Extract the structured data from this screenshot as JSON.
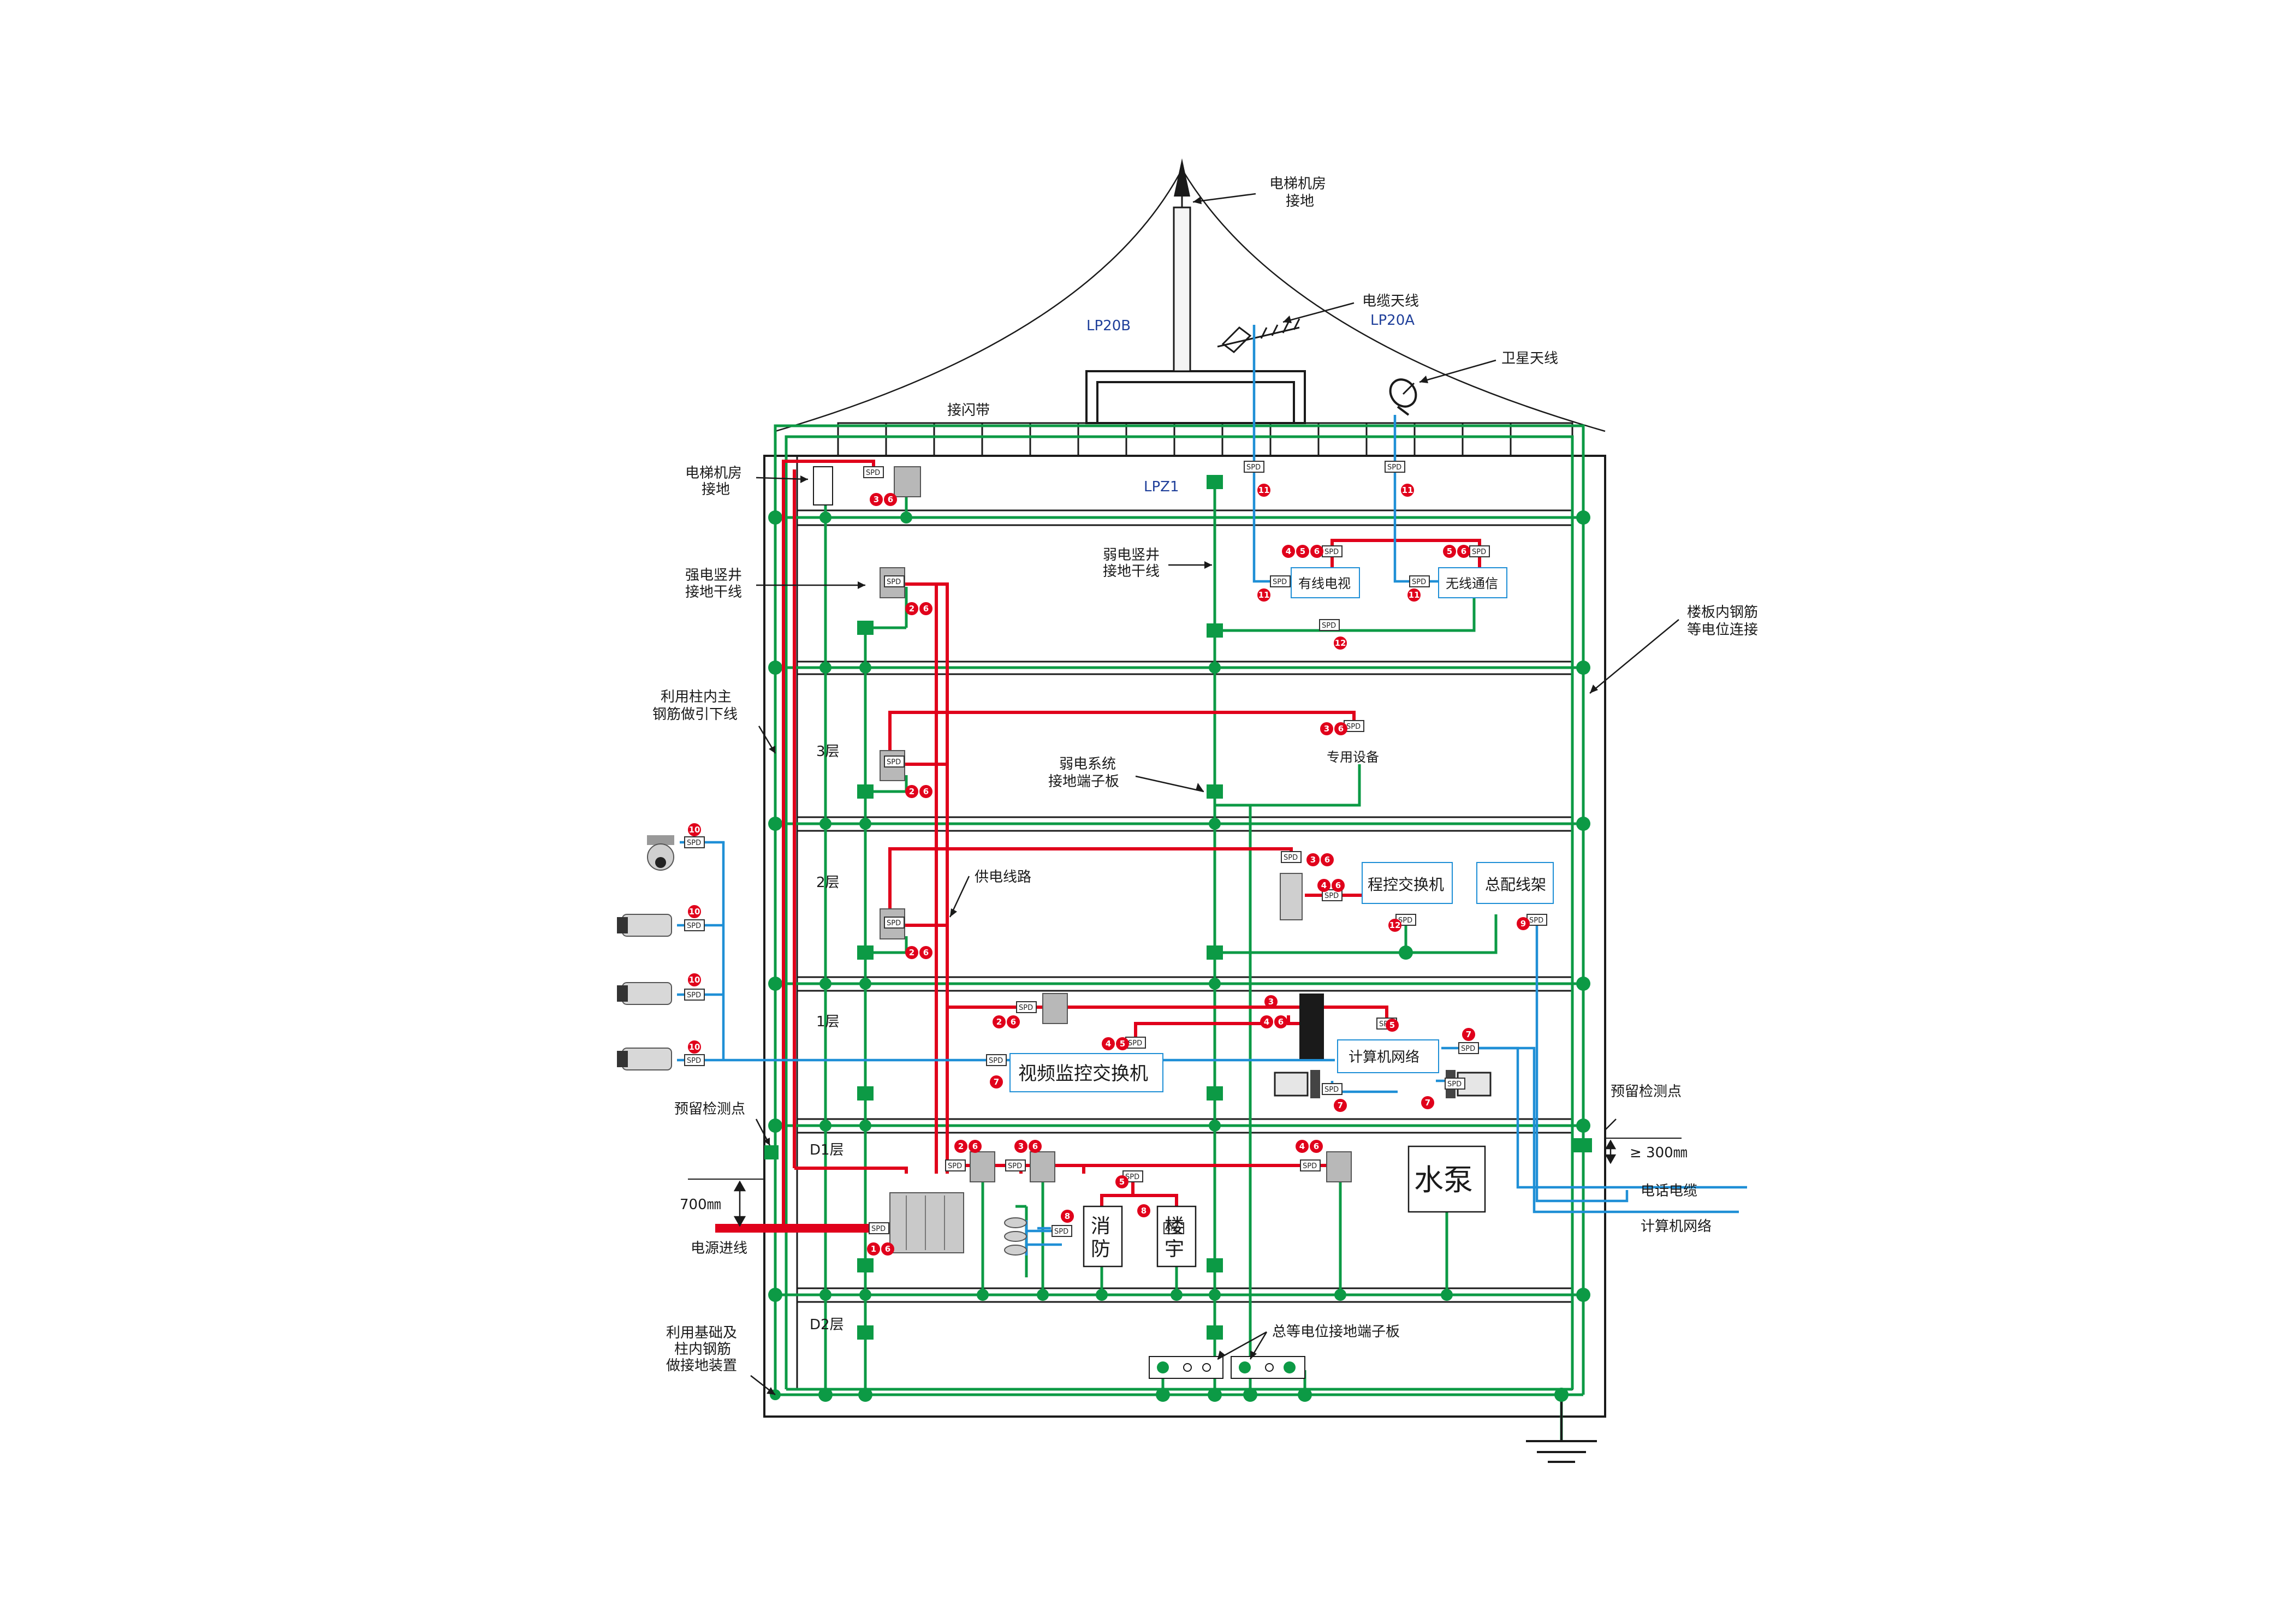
{
  "labels": {
    "elevator_top": [
      "电梯机房",
      "接地"
    ],
    "cable_antenna": "电缆天线",
    "lp20a": "LP20A",
    "lp20b": "LP20B",
    "satellite": "卫星天线",
    "flash_strip": "接闪带",
    "lpz1": "LPZ1",
    "elevator_room": [
      "电梯机房",
      "接地"
    ],
    "strong_shaft": [
      "强电竖井",
      "接地干线"
    ],
    "weak_shaft": [
      "弱电竖井",
      "接地干线"
    ],
    "cable_tv": "有线电视",
    "wireless": "无线通信",
    "floor_rebar": [
      "楼板内钢筋",
      "等电位连接"
    ],
    "column_rebar": [
      "利用柱内主",
      "钢筋做引下线"
    ],
    "special_equipment": "专用设备",
    "weak_terminal": [
      "弱电系统",
      "接地端子板"
    ],
    "floor_3": "3层",
    "floor_2": "2层",
    "floor_1": "1层",
    "floor_d1": "D1层",
    "floor_d2": "D2层",
    "supply_line": "供电线路",
    "pbx": "程控交换机",
    "mdf": "总配线架",
    "computer_network": "计算机网络",
    "video_switch": "视频监控交换机",
    "reserved_point_left": "预留检测点",
    "reserved_point_right": "预留检测点",
    "dim_300": "≥ 300㎜",
    "dim_700": "700㎜",
    "phone_cable": "电话电缆",
    "computer_network_out": "计算机网络",
    "power_in": "电源进线",
    "water_pump": "水泵",
    "fire": [
      "消",
      "防"
    ],
    "building": [
      "楼",
      "宇"
    ],
    "main_terminal": "总等电位接地端子板",
    "foundation": [
      "利用基础及",
      "柱内钢筋",
      "做接地装置"
    ],
    "spd": "SPD"
  },
  "colors": {
    "grounding": "#0c9a45",
    "power": "#e0001b",
    "signal": "#1f8fd6",
    "structure": "#1a1a1a",
    "badge": "#e0001b"
  },
  "badges": {
    "top_panel": [
      "3",
      "6"
    ],
    "shaft_panels": [
      "2",
      "6"
    ],
    "antenna_spd": [
      "11"
    ],
    "tv_power": [
      "4",
      "5",
      "6"
    ],
    "wireless_power": [
      "5",
      "6"
    ],
    "tv_ground": [
      "12"
    ],
    "special": [
      "3",
      "6"
    ],
    "pbx_top": [
      "3",
      "6"
    ],
    "pbx_mid": [
      "4",
      "6"
    ],
    "pbx_ground": [
      "12"
    ],
    "mdf_spd": [
      "9"
    ],
    "camera_spd": [
      "10"
    ],
    "f1_panel": [
      "2",
      "6"
    ],
    "f1_rack": [
      "3"
    ],
    "f1_rack2": [
      "4",
      "6"
    ],
    "f1_net_pwr": [
      "5"
    ],
    "f1_net_pwr2": [
      "4",
      "5"
    ],
    "net_spd": [
      "7"
    ],
    "d1_panels": [
      "2",
      "6"
    ],
    "d1_panels2": [
      "3",
      "6"
    ],
    "d1_panels3": [
      "4",
      "6"
    ],
    "d1_fire_pwr": [
      "5"
    ],
    "d1_fire": [
      "8"
    ],
    "power_in_badge": [
      "1",
      "6"
    ]
  }
}
